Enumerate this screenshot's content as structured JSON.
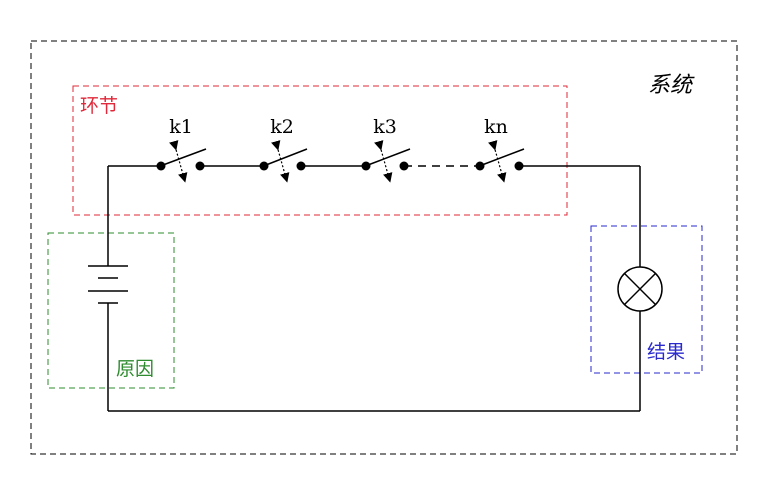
{
  "labels": {
    "system": "系统",
    "stage": "环节",
    "cause": "原因",
    "result": "结果"
  },
  "switches": [
    {
      "label": "k1"
    },
    {
      "label": "k2"
    },
    {
      "label": "k3"
    },
    {
      "label": "kn"
    }
  ],
  "colors": {
    "system_border": "#000000",
    "stage": "#e0293a",
    "cause": "#2e8b2e",
    "result": "#2a2acc",
    "wire": "#000000"
  }
}
